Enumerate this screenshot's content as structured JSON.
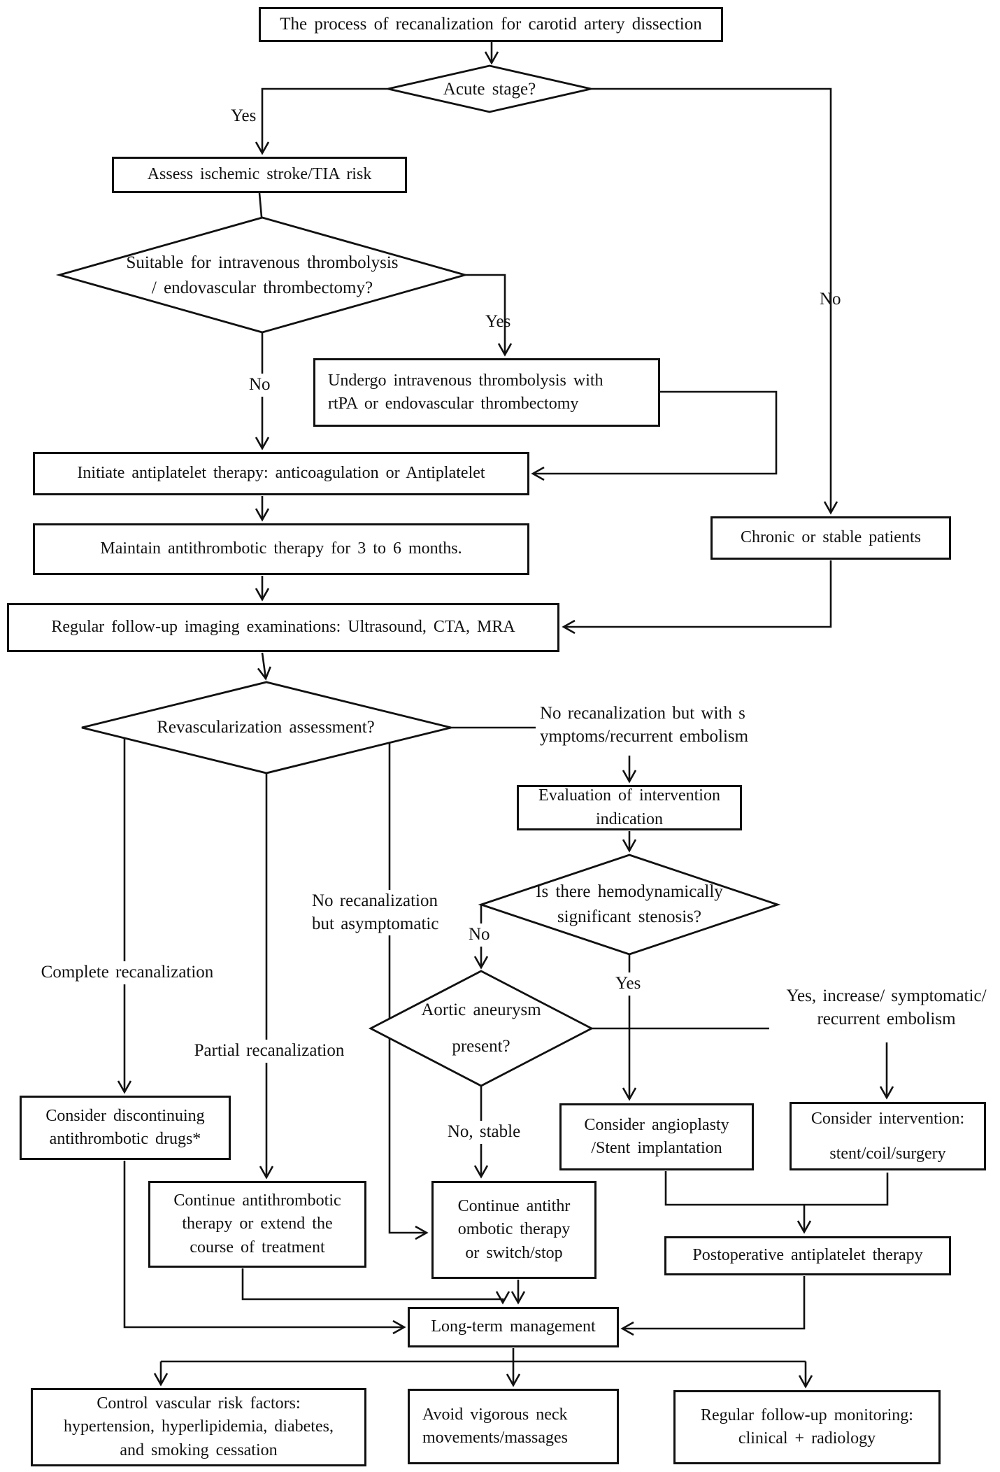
{
  "nodes": {
    "title": "The process of recanalization for carotid artery dissection",
    "acute": "Acute stage?",
    "assess": "Assess ischemic stroke/TIA risk",
    "suitable": "Suitable for intravenous thrombolysis\n/ endovascular thrombectomy?",
    "undergo": "Undergo intravenous thrombolysis with\nrtPA or endovascular thrombectomy",
    "initiate": "Initiate antiplatelet therapy: anticoagulation or Antiplatelet",
    "maintain": "Maintain antithrombotic therapy for 3 to 6 months.",
    "imaging": "Regular follow-up imaging examinations: Ultrasound, CTA, MRA",
    "chronic": "Chronic or stable patients",
    "revascularization": "Revascularization assessment?",
    "evaluation": "Evaluation of intervention indication",
    "stenosis": "Is there hemodynamically\nsignificant stenosis?",
    "aortic": "Aortic aneurysm\npresent?",
    "discontinue": "Consider discontinuing\nantithrombotic drugs*",
    "continue_extend": "Continue antithrombotic\ntherapy or extend the\ncourse of treatment",
    "continue_switch": "Continue antithr\nombotic therapy\nor switch/stop",
    "angioplasty": "Consider angioplasty\n/Stent implantation",
    "intervention": "Consider intervention:\nstent/coil/surgery",
    "postop": "Postoperative antiplatelet therapy",
    "longterm": "Long-term management",
    "control": "Control vascular risk factors:\nhypertension, hyperlipidemia, diabetes,\nand smoking cessation",
    "avoid": "Avoid vigorous neck\nmovements/massages",
    "monitor": "Regular follow-up monitoring:\nclinical + radiology"
  },
  "labels": {
    "acute_yes": "Yes",
    "acute_no": "No",
    "suitable_yes": "Yes",
    "suitable_no": "No",
    "complete": "Complete recanalization",
    "partial": "Partial recanalization",
    "no_recan_asymptomatic": "No recanalization\nbut asymptomatic",
    "no_recan_symptomatic": "No recanalization but with s\nymptoms/recurrent embolism",
    "stenosis_no": "No",
    "stenosis_yes": "Yes",
    "aortic_no": "No, stable",
    "aortic_yes": "Yes, increase/ symptomatic/\nrecurrent embolism"
  },
  "colors": {
    "line": "#111111",
    "box_background": "#ffffff",
    "text": "#111111"
  }
}
